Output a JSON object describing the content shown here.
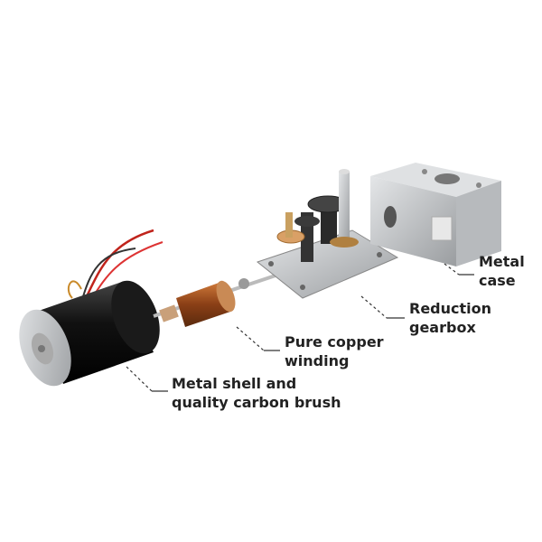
{
  "labels": {
    "metal_case": [
      "Metal",
      "case"
    ],
    "reduction_gearbox": [
      "Reduction",
      "gearbox"
    ],
    "pure_copper_winding": [
      "Pure copper",
      "winding"
    ],
    "metal_shell": [
      "Metal shell and",
      "quality carbon brush"
    ]
  },
  "colors": {
    "text": "#222222",
    "motor_body": "#151515",
    "aluminum": "#c9cbcd",
    "copper": "#b5652e",
    "brass_gear": "#d9a066"
  }
}
